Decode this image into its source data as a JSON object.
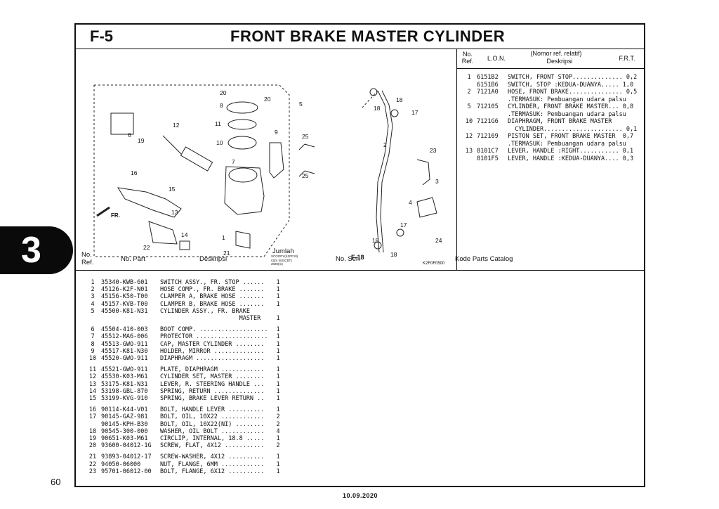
{
  "header": {
    "code": "F-5",
    "title": "FRONT BRAKE MASTER CYLINDER"
  },
  "side_badge": "3",
  "page_number": "60",
  "footer_date": "10.09.2020",
  "diagram": {
    "callouts": [
      "20",
      "8",
      "20",
      "5",
      "12",
      "11",
      "9",
      "10",
      "6",
      "19",
      "25",
      "7",
      "25",
      "16",
      "15",
      "13",
      "14",
      "22",
      "1",
      "21",
      "2",
      "18",
      "18",
      "17",
      "23",
      "3",
      "4",
      "17",
      "18",
      "18",
      "24"
    ],
    "fr_arrow": "FR.",
    "f18_label": "F-18",
    "drawing_code": "K2F0F0500"
  },
  "reference_table": {
    "headers": {
      "no_ref": "No.\nRef.",
      "lon": "L.O.N.",
      "desc_top": "(Nomor ref. relatif)",
      "desc": "Deskripsi",
      "frt": "F.R.T."
    },
    "rows": [
      {
        "no": "1",
        "code": "6151B2",
        "desc": "SWITCH, FRONT STOP.............. 0,2"
      },
      {
        "no": "",
        "code": "6151B6",
        "desc": "SWITCH, STOP :KEDUA-DUANYA..... 1,0"
      },
      {
        "no": "2",
        "code": "7121A0",
        "desc": "HOSE, FRONT BRAKE............... 0,5"
      },
      {
        "no": "",
        "code": "",
        "desc": ".TERMASUK: Pembuangan udara palsu"
      },
      {
        "no": "5",
        "code": "712105",
        "desc": "CYLINDER, FRONT BRAKE MASTER... 0,8"
      },
      {
        "no": "",
        "code": "",
        "desc": ".TERMASUK: Pembuangan udara palsu"
      },
      {
        "no": "10",
        "code": "7121G6",
        "desc": "DIAPHRAGM, FRONT BRAKE MASTER"
      },
      {
        "no": "",
        "code": "",
        "desc": "  CYLINDER...................... 0,1"
      },
      {
        "no": "12",
        "code": "712169",
        "desc": "PISTON SET, FRONT BRAKE MASTER  0,7"
      },
      {
        "no": "",
        "code": "",
        "desc": ".TERMASUK: Pembuangan udara palsu"
      },
      {
        "no": "13",
        "code": "8101C7",
        "desc": "LEVER, HANDLE :RIGHT........... 0,1"
      },
      {
        "no": "",
        "code": "8101F5",
        "desc": "LEVER, HANDLE :KEDUA-DUANYA.... 0,3"
      }
    ]
  },
  "parts_table": {
    "headers": {
      "no_ref": "No.\nRef.",
      "no_part": "No. Part",
      "deskripsi": "Deskripsi",
      "jumlah": "Jumlah",
      "models": "SCOOPY(K2FF10)\nCBS ISS(CBT)\n2020(m)",
      "no_seri": "No. Seri",
      "catalog": "Kode Parts Catalog"
    },
    "groups": [
      [
        {
          "no": "1",
          "part": "35340-KWB-601",
          "desc": "SWITCH ASSY., FR. STOP ......",
          "qty": "1"
        },
        {
          "no": "2",
          "part": "45126-K2F-N01",
          "desc": "HOSE COMP., FR. BRAKE .......",
          "qty": "1"
        },
        {
          "no": "3",
          "part": "45156-K50-T00",
          "desc": "CLAMPER A, BRAKE HOSE .......",
          "qty": "1"
        },
        {
          "no": "4",
          "part": "45157-KVB-T00",
          "desc": "CLAMPER B, BRAKE HOSE .......",
          "qty": "1"
        },
        {
          "no": "5",
          "part": "45500-K81-N31",
          "desc": "CYLINDER ASSY., FR. BRAKE",
          "qty": ""
        },
        {
          "no": "",
          "part": "",
          "desc": "                      MASTER",
          "qty": "1"
        }
      ],
      [
        {
          "no": "6",
          "part": "45504-410-003",
          "desc": "BOOT COMP. ...................",
          "qty": "1"
        },
        {
          "no": "7",
          "part": "45512-MA6-006",
          "desc": "PROTECTOR ....................",
          "qty": "1"
        },
        {
          "no": "8",
          "part": "45513-GWO-911",
          "desc": "CAP, MASTER CYLINDER ........",
          "qty": "1"
        },
        {
          "no": "9",
          "part": "45517-K81-N30",
          "desc": "HOLDER, MIRROR ..............",
          "qty": "1"
        },
        {
          "no": "10",
          "part": "45520-GWO-911",
          "desc": "DIAPHRAGM ...................",
          "qty": "1"
        }
      ],
      [
        {
          "no": "11",
          "part": "45521-GWO-911",
          "desc": "PLATE, DIAPHRAGM ............",
          "qty": "1"
        },
        {
          "no": "12",
          "part": "45530-K03-M61",
          "desc": "CYLINDER SET, MASTER ........",
          "qty": "1"
        },
        {
          "no": "13",
          "part": "53175-K81-N31",
          "desc": "LEVER, R. STEERING HANDLE ...",
          "qty": "1"
        },
        {
          "no": "14",
          "part": "53198-GBL-870",
          "desc": "SPRING, RETURN ..............",
          "qty": "1"
        },
        {
          "no": "15",
          "part": "53199-KVG-910",
          "desc": "SPRING, BRAKE LEVER RETURN ..",
          "qty": "1"
        }
      ],
      [
        {
          "no": "16",
          "part": "90114-K44-V01",
          "desc": "BOLT, HANDLE LEVER ..........",
          "qty": "1"
        },
        {
          "no": "17",
          "part": "90145-GAZ-981",
          "desc": "BOLT, OIL, 10X22 ............",
          "qty": "2"
        },
        {
          "no": "",
          "part": "90145-KPH-B30",
          "desc": "BOLT, OIL, 10X22(NI) ........",
          "qty": "2"
        },
        {
          "no": "18",
          "part": "90545-300-000",
          "desc": "WASHER, OIL BOLT ............",
          "qty": "4"
        },
        {
          "no": "19",
          "part": "90651-K03-M61",
          "desc": "CIRCLIP, INTERNAL, 18.8 .....",
          "qty": "1"
        },
        {
          "no": "20",
          "part": "93600-04012-1G",
          "desc": "SCREW, FLAT, 4X12 ...........",
          "qty": "2"
        }
      ],
      [
        {
          "no": "21",
          "part": "93893-04012-17",
          "desc": "SCREW-WASHER, 4X12 ..........",
          "qty": "1"
        },
        {
          "no": "22",
          "part": "94050-06000",
          "desc": "NUT, FLANGE, 6MM ............",
          "qty": "1"
        },
        {
          "no": "23",
          "part": "95701-06012-00",
          "desc": "BOLT, FLANGE, 6X12 ..........",
          "qty": "1"
        }
      ]
    ]
  }
}
